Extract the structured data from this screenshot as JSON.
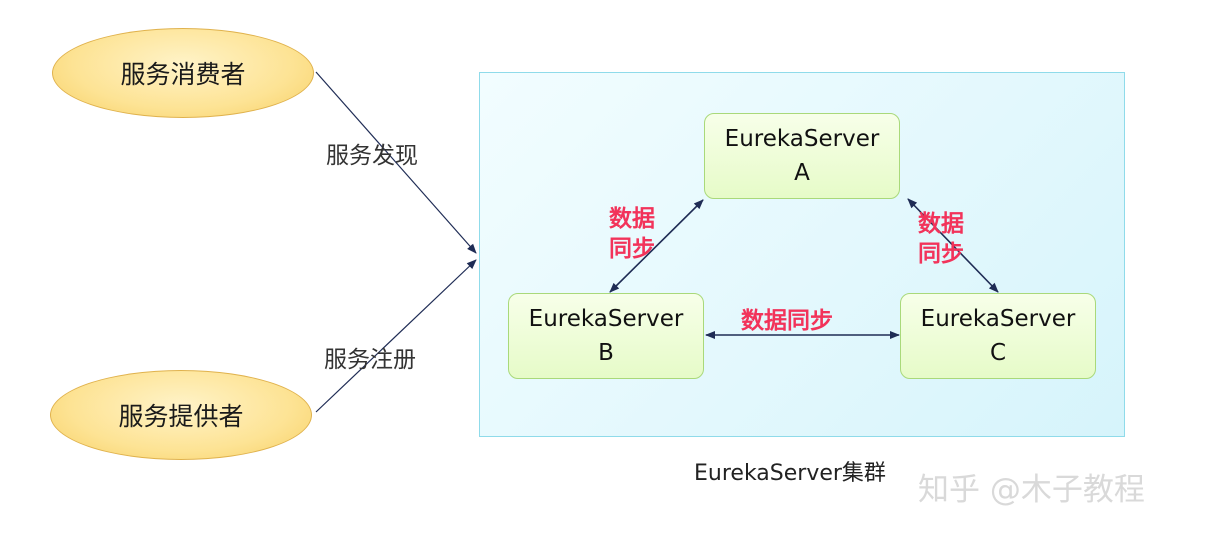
{
  "nodes": {
    "consumer": "服务消费者",
    "provider": "服务提供者",
    "server_a": {
      "name": "EurekaServer",
      "id": "A"
    },
    "server_b": {
      "name": "EurekaServer",
      "id": "B"
    },
    "server_c": {
      "name": "EurekaServer",
      "id": "C"
    }
  },
  "edges": {
    "discover": "服务发现",
    "register": "服务注册",
    "sync_ab": "数据同步",
    "sync_ac": "数据同步",
    "sync_bc": "数据同步"
  },
  "cluster_label": "EurekaServer集群",
  "watermark": "知乎 @木子教程",
  "colors": {
    "sync_text": "#f2335a",
    "arrow": "#1f2c55",
    "cluster_border": "#8fdbea"
  }
}
